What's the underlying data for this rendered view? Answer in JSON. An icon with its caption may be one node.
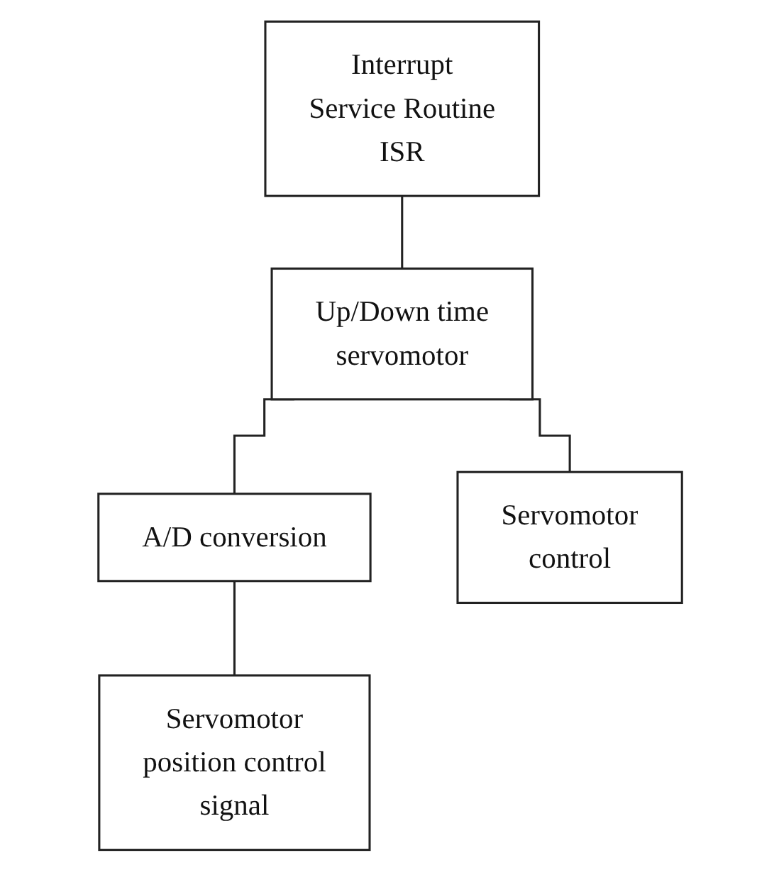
{
  "diagram": {
    "nodes": [
      {
        "text": [
          "Interrupt Service Routine ISR"
        ]
      },
      {
        "text": [
          "Up/Down time servomotor"
        ]
      },
      {
        "text": [
          "A/D conversion"
        ]
      },
      {
        "text": [
          "Servomotor control"
        ]
      },
      {
        "text": [
          "Servomotor position control signal"
        ]
      }
    ],
    "edges": [
      {
        "from": 0,
        "to": 1,
        "arrow": "none"
      },
      {
        "from": 1,
        "to": 2,
        "arrow": "none"
      },
      {
        "from": 1,
        "to": 3,
        "arrow": "none"
      },
      {
        "from": 2,
        "to": 4,
        "arrow": "none"
      }
    ]
  }
}
